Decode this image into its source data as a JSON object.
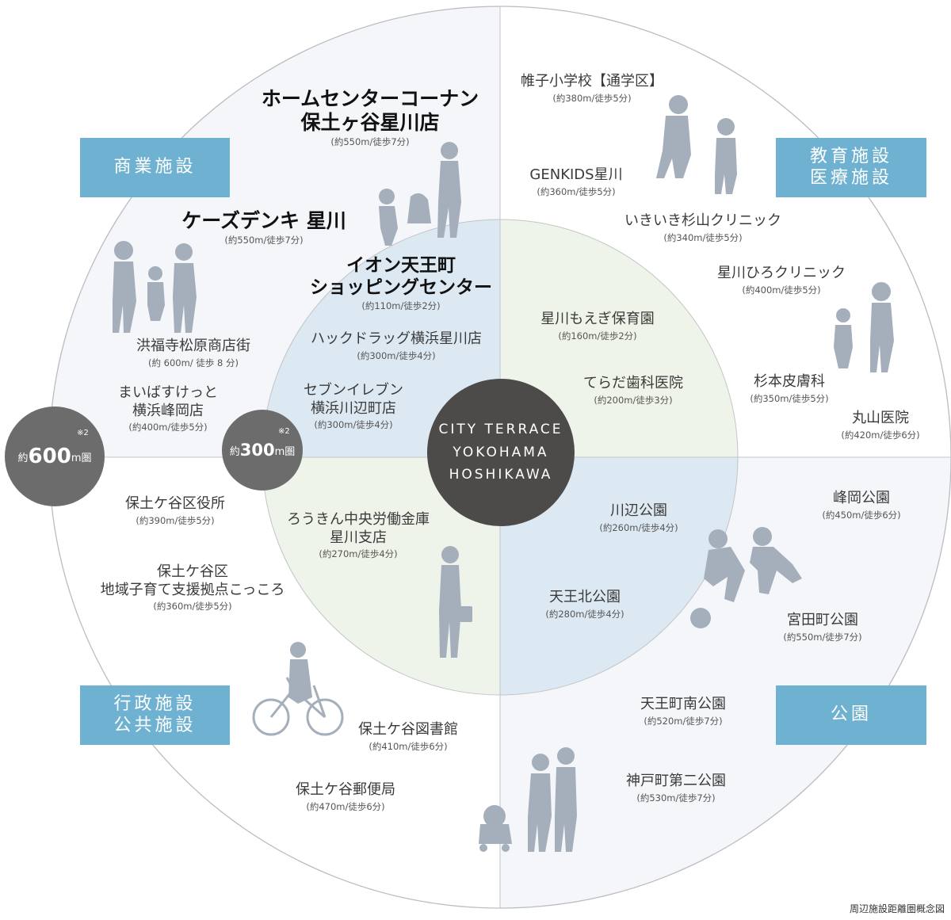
{
  "center": {
    "line1": "CITY TERRACE",
    "line2": "YOKOHAMA",
    "line3": "HOSHIKAWA"
  },
  "rings": {
    "r600": {
      "prefix": "約",
      "number": "600",
      "unit": "m圏",
      "note": "※2"
    },
    "r300": {
      "prefix": "約",
      "number": "300",
      "unit": "m圏",
      "note": "※2"
    }
  },
  "categories": {
    "commercial": "商業施設",
    "education_line1": "教育施設",
    "education_line2": "医療施設",
    "admin_line1": "行政施設",
    "admin_line2": "公共施設",
    "parks": "公園"
  },
  "facilities": {
    "konan_line1": "ホームセンターコーナン",
    "konan_line2": "保土ヶ谷星川店",
    "konan_dist": "(約550m/徒歩7分)",
    "ks_name": "ケーズデンキ 星川",
    "ks_dist": "(約550m/徒歩7分)",
    "aeon_line1": "イオン天王町",
    "aeon_line2": "ショッピングセンター",
    "aeon_dist": "(約110m/徒歩2分)",
    "hack_name": "ハックドラッグ横浜星川店",
    "hack_dist": "(約300m/徒歩4分)",
    "kofukuji_name": "洪福寺松原商店街",
    "kofukuji_dist": "(約 600m/ 徒歩 8 分)",
    "maibasket_line1": "まいばすけっと",
    "maibasket_line2": "横浜峰岡店",
    "maibasket_dist": "(約400m/徒歩5分)",
    "seven_line1": "セブンイレブン",
    "seven_line2": "横浜川辺町店",
    "seven_dist": "(約300m/徒歩4分)",
    "katabira_name": "帷子小学校【通学区】",
    "katabira_dist": "(約380m/徒歩5分)",
    "genkids_name": "GENKIDS星川",
    "genkids_dist": "(約360m/徒歩5分)",
    "sugiyama_name": "いきいき杉山クリニック",
    "sugiyama_dist": "(約340m/徒歩5分)",
    "hiro_name": "星川ひろクリニック",
    "hiro_dist": "(約400m/徒歩5分)",
    "moegi_name": "星川もえぎ保育園",
    "moegi_dist": "(約160m/徒歩2分)",
    "terada_name": "てらだ歯科医院",
    "terada_dist": "(約200m/徒歩3分)",
    "sugimoto_name": "杉本皮膚科",
    "sugimoto_dist": "(約350m/徒歩5分)",
    "maruyama_name": "丸山医院",
    "maruyama_dist": "(約420m/徒歩6分)",
    "kuyakusho_name": "保土ケ谷区役所",
    "kuyakusho_dist": "(約390m/徒歩5分)",
    "kokokoro_line1": "保土ケ谷区",
    "kokokoro_line2": "地域子育て支援拠点こっころ",
    "kokokoro_dist": "(約360m/徒歩5分)",
    "rokin_line1": "ろうきん中央労働金庫",
    "rokin_line2": "星川支店",
    "rokin_dist": "(約270m/徒歩4分)",
    "library_name": "保土ケ谷図書館",
    "library_dist": "(約410m/徒歩6分)",
    "post_name": "保土ケ谷郵便局",
    "post_dist": "(約470m/徒歩6分)",
    "kawabe_name": "川辺公園",
    "kawabe_dist": "(約260m/徒歩4分)",
    "tennokita_name": "天王北公園",
    "tennokita_dist": "(約280m/徒歩4分)",
    "mineoka_name": "峰岡公園",
    "mineoka_dist": "(約450m/徒歩6分)",
    "miyata_name": "宮田町公園",
    "miyata_dist": "(約550m/徒歩7分)",
    "tennominami_name": "天王町南公園",
    "tennominami_dist": "(約520m/徒歩7分)",
    "godo_name": "神戸町第二公園",
    "godo_dist": "(約530m/徒歩7分)"
  },
  "caption": "周辺施設距離圏概念図",
  "colors": {
    "category_box": "#6fb1d1",
    "center_circle": "#4d4a4a",
    "ring_badge": "#6c6c6c",
    "silhouette": "#a4afbb",
    "tint_blue": "#dde9f2",
    "tint_green": "#eef4ea",
    "tint_gray": "#f4f6f8"
  }
}
